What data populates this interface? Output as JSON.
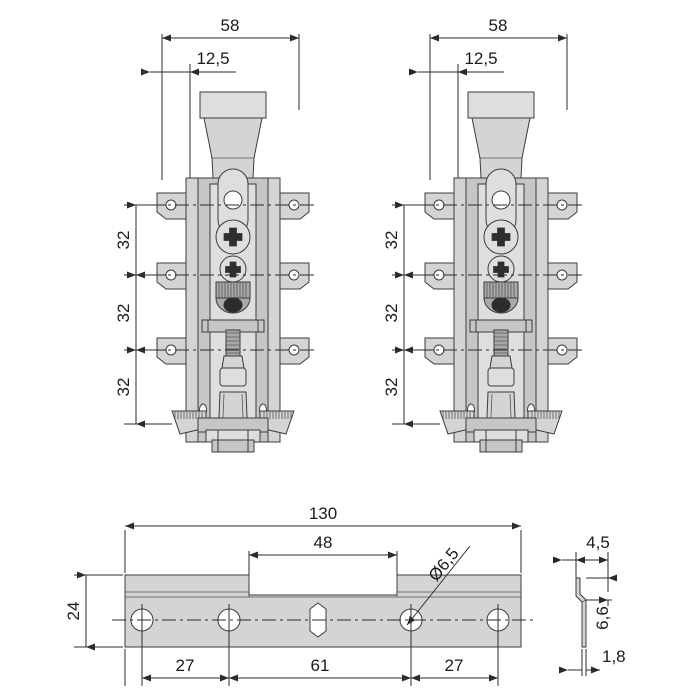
{
  "drawing": {
    "title": "Technical drawing - drawer runner front fixing bracket",
    "background_color": "#ffffff",
    "line_color": "#2b2b2b",
    "part_fill_color": "#d4d4d4",
    "part_outline_color": "#3c3c3c"
  },
  "views": [
    {
      "id": "front-elevation-left",
      "name": "front-elevation-left",
      "dimensions": {
        "overall_width": "58",
        "offset_width": "12,5",
        "pitch_1": "32",
        "pitch_2": "32",
        "pitch_3": "32"
      }
    },
    {
      "id": "front-elevation-right",
      "name": "front-elevation-right",
      "dimensions": {
        "overall_width": "58",
        "offset_width": "12,5",
        "pitch_1": "32",
        "pitch_2": "32",
        "pitch_3": "32"
      }
    },
    {
      "id": "plan-view",
      "name": "plan-view",
      "dimensions": {
        "overall_length": "130",
        "notch_length": "48",
        "height": "24",
        "hole_edge_left": "27",
        "hole_spacing_center": "61",
        "hole_edge_right": "27",
        "hole_diameter": "Ø6,5"
      }
    },
    {
      "id": "side-section-view",
      "name": "side-section-view",
      "dimensions": {
        "flange_width": "4,5",
        "flange_height": "6,6",
        "material_thickness": "1,8"
      }
    }
  ],
  "labels": {
    "d58_left": "58",
    "d125_left": "12,5",
    "d32_left_a": "32",
    "d32_left_b": "32",
    "d32_left_c": "32",
    "d58_right": "58",
    "d125_right": "12,5",
    "d32_right_a": "32",
    "d32_right_b": "32",
    "d32_right_c": "32",
    "d130": "130",
    "d48": "48",
    "d24": "24",
    "d27_left": "27",
    "d61": "61",
    "d27_right": "27",
    "dia65": "Ø6,5",
    "d45": "4,5",
    "d66": "6,6",
    "d18": "1,8"
  }
}
